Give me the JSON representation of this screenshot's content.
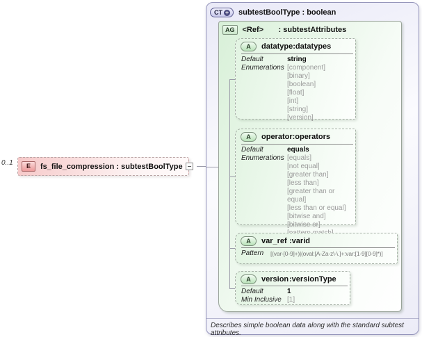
{
  "sep": " : ",
  "multiplicity": "0..1",
  "element": {
    "icon": "E",
    "name": "fs_file_compression",
    "type": "subtestBoolType"
  },
  "complex_type": {
    "icon": "CT",
    "plus": "+",
    "name": "subtestBoolType",
    "base": "boolean",
    "footer": "Describes simple boolean data along with the standard subtest attributes."
  },
  "attribute_group": {
    "icon": "AG",
    "ref": "<Ref>",
    "type": "subtestAttributes"
  },
  "attributes": {
    "datatype": {
      "icon": "A",
      "name": "datatype",
      "type": "datatypes",
      "default_label": "Default",
      "default": "string",
      "enumerations_label": "Enumerations",
      "enumerations": [
        "[component]",
        "[binary]",
        "[boolean]",
        "[float]",
        "[int]",
        "[string]",
        "[version]"
      ]
    },
    "operator": {
      "icon": "A",
      "name": "operator",
      "type": "operators",
      "default_label": "Default",
      "default": "equals",
      "enumerations_label": "Enumerations",
      "enumerations": [
        "[equals]",
        "[not equal]",
        "[greater than]",
        "[less than]",
        "[greater than or equal]",
        "[less than or equal]",
        "[bitwise and]",
        "[bitwise or]",
        "[pattern match]"
      ]
    },
    "var_ref": {
      "icon": "A",
      "name": "var_ref",
      "type": "varid",
      "pattern_label": "Pattern",
      "pattern": "[(var-[0-9]+)|(oval:[A-Za-z\\-\\.]+:var:[1-9][0-9]*)]"
    },
    "version": {
      "icon": "A",
      "name": "version",
      "type": "versionType",
      "default_label": "Default",
      "default": "1",
      "min_inclusive_label": "Min Inclusive",
      "min_inclusive": "[1]"
    }
  },
  "colors": {
    "element_fill": "#f6c9c9",
    "attribute_fill": "#e2f4e2",
    "group_fill": "#d8f0d8",
    "container_fill": "#e9e9f7",
    "enum_text": "#9a9a9a"
  }
}
